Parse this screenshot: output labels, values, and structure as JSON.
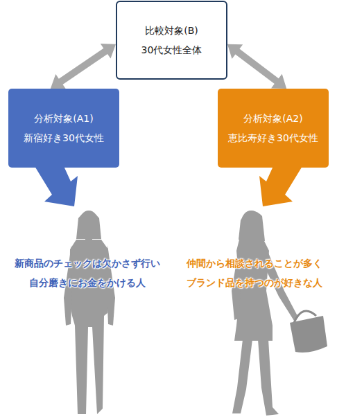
{
  "diagram": {
    "nodes": [
      {
        "text": [
          "比較対象(B)",
          "30代女性全体"
        ]
      },
      {
        "text": [
          "分析対象(A1)",
          "新宿好き30代女性"
        ]
      },
      {
        "text": [
          "分析対象(A2)",
          "恵比寿好き30代女性"
        ]
      }
    ],
    "edges": [
      {
        "from": 0,
        "to": 1,
        "arrow": "both"
      },
      {
        "from": 0,
        "to": 2,
        "arrow": "both"
      }
    ],
    "labels": [
      "新商品のチェックは欠かさず行い 自分磨きにお金をかける人",
      "仲間から相談されることが多く ブランド品を持つのが好きな人"
    ]
  }
}
